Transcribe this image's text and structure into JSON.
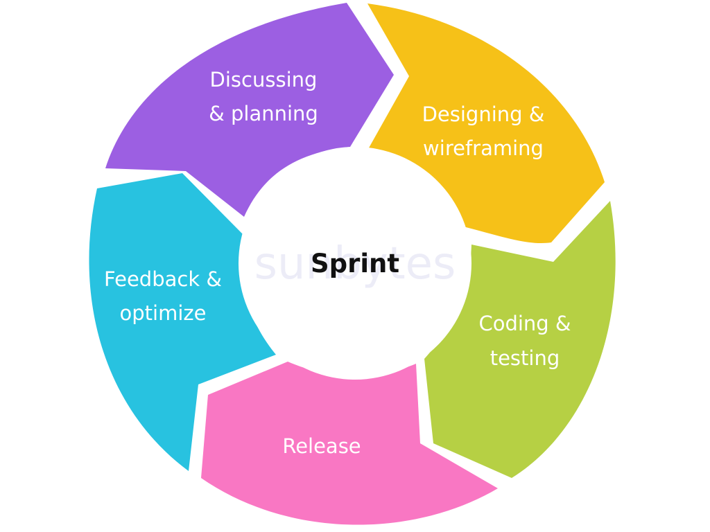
{
  "diagram": {
    "center_label": "Sprint",
    "watermark": "sunbytes",
    "center_fill": "#ffffff",
    "segments": [
      {
        "id": "discussing",
        "lines": [
          "Discussing",
          "& planning"
        ],
        "color": "#9C5FE2"
      },
      {
        "id": "designing",
        "lines": [
          "Designing &",
          "wireframing"
        ],
        "color": "#F6C118"
      },
      {
        "id": "coding",
        "lines": [
          "Coding &",
          "testing"
        ],
        "color": "#B6D044"
      },
      {
        "id": "release",
        "lines": [
          "Release"
        ],
        "color": "#F977C3"
      },
      {
        "id": "feedback",
        "lines": [
          "Feedback &",
          "optimize"
        ],
        "color": "#28C2E0"
      }
    ]
  }
}
